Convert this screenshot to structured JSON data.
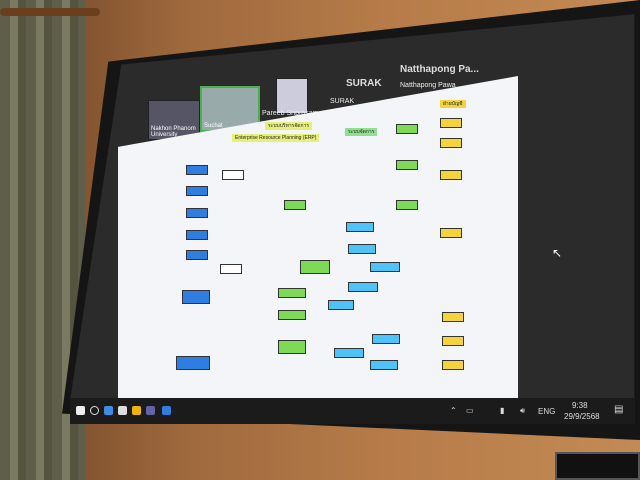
{
  "meeting": {
    "participants": [
      {
        "name": "Nakhon Phanom University"
      },
      {
        "name": "Suchat"
      },
      {
        "name": "Pareeb Sriprasamete"
      },
      {
        "name": "SURAK"
      },
      {
        "name": "Natthapong Pawa"
      }
    ],
    "big_names": [
      "SURAK",
      "Natthapong Pa..."
    ]
  },
  "flowchart": {
    "headers": [
      "Enterprise Resource Planning (ERP)",
      "ระบบบริหารจัดการ",
      "ระบบจัดการ",
      "ฝ่ายบัญชี"
    ],
    "colors": {
      "blue": "#2f7de1",
      "green": "#7ed957",
      "yellow": "#f5d33b",
      "cyan": "#4fc3f7"
    }
  },
  "taskbar": {
    "language": "ENG",
    "time": "9:38",
    "date": "29/9/2568"
  }
}
